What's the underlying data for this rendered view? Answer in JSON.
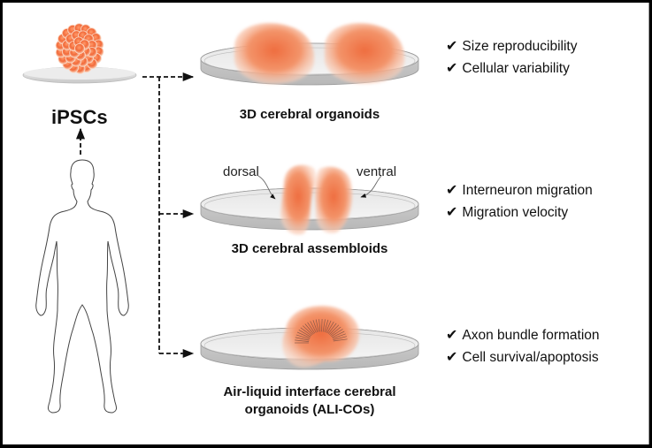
{
  "source": {
    "label": "iPSCs",
    "icon": "cell-cluster-icon",
    "origin_icon": "human-silhouette-icon"
  },
  "models": [
    {
      "id": "organoids",
      "title_lines": [
        "3D cerebral organoids"
      ],
      "icon": "two-organoids-dish-icon",
      "checks": [
        "Size reproducibility",
        "Cellular variability"
      ]
    },
    {
      "id": "assembloids",
      "title_lines": [
        "3D cerebral assembloids"
      ],
      "icon": "fused-assembloid-dish-icon",
      "annotations": {
        "left": "dorsal",
        "right": "ventral"
      },
      "checks": [
        "Interneuron migration",
        "Migration velocity"
      ]
    },
    {
      "id": "ali-cos",
      "title_lines": [
        "Air-liquid interface cerebral",
        "organoids (ALI-COs)"
      ],
      "icon": "ali-organoid-dish-icon",
      "checks": [
        "Axon bundle formation",
        "Cell survival/apoptosis"
      ]
    }
  ],
  "check_symbol": "✔",
  "colors": {
    "organoid": "#f07a4e",
    "organoid_light": "#f9c2a6",
    "dish": "#d9d9d9",
    "arrow": "#111111"
  }
}
